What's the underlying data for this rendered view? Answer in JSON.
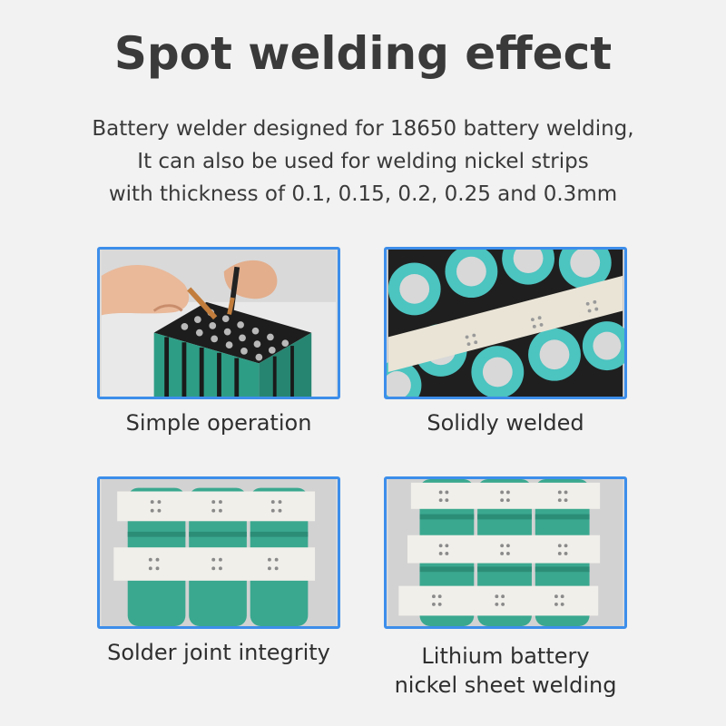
{
  "header": {
    "title": "Spot welding effect",
    "description_lines": [
      "Battery welder designed for 18650 battery welding,",
      "It can also be used for welding nickel strips",
      "with thickness of 0.1, 0.15, 0.2, 0.25 and 0.3mm"
    ]
  },
  "cards": [
    {
      "caption_lines": [
        "Simple operation"
      ],
      "image": "hands-welding-battery-pack"
    },
    {
      "caption_lines": [
        "Solidly welded"
      ],
      "image": "welded-nickel-strip-closeup"
    },
    {
      "caption_lines": [
        "Solder joint integrity"
      ],
      "image": "two-nickel-strips-on-cells"
    },
    {
      "caption_lines": [
        "Lithium battery",
        "nickel sheet welding"
      ],
      "image": "three-nickel-strips-on-cells"
    }
  ],
  "colors": {
    "border": "#3d8eea",
    "cell_teal": "#3aa88f",
    "nickel": "#eceae4",
    "background": "#f2f2f2"
  }
}
